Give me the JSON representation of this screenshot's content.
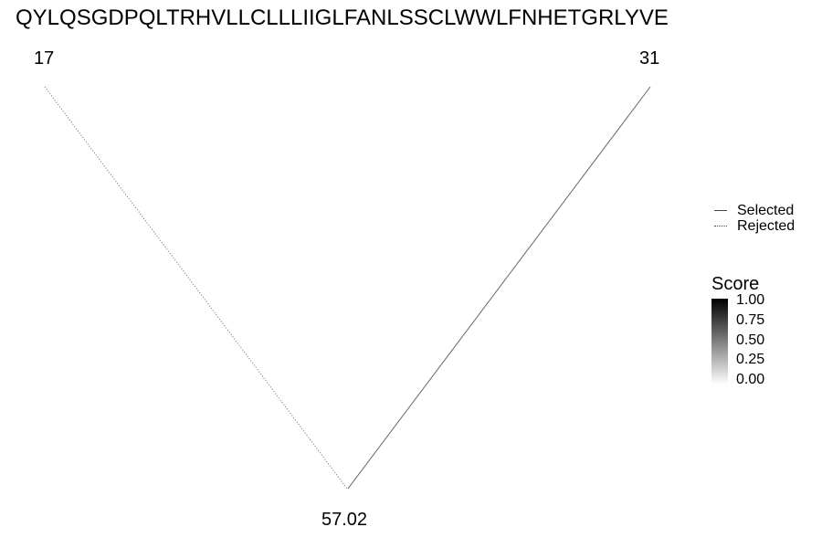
{
  "sequence": "QYLQSGDPQLTRHVLLCLLLIIGLFANLSSCLWWLFNHETGRLYVE",
  "nodes": {
    "left": "17",
    "right": "31",
    "bottom": "57.02"
  },
  "legend": {
    "items": [
      {
        "label": "Selected",
        "style": "solid"
      },
      {
        "label": "Rejected",
        "style": "dotted"
      }
    ]
  },
  "score_legend": {
    "title": "Score",
    "ticks": [
      "1.00",
      "0.75",
      "0.50",
      "0.25",
      "0.00"
    ],
    "color_high": "#000000",
    "color_low": "#ffffff"
  },
  "edges": [
    {
      "from": "left",
      "to": "bottom",
      "status": "Rejected"
    },
    {
      "from": "right",
      "to": "bottom",
      "status": "Selected"
    }
  ],
  "colors": {
    "edge": "#666666",
    "text": "#000000",
    "background": "#ffffff"
  }
}
